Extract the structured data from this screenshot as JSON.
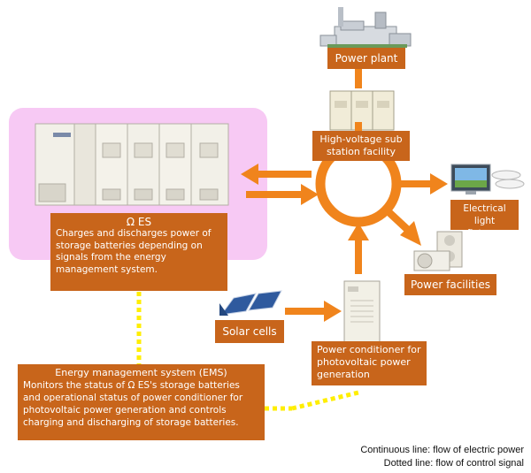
{
  "diagram": {
    "power_plant": "Power plant",
    "substation": "High-voltage sub station facility",
    "omega_es_title": "Ω ES",
    "omega_es_desc": "Charges and discharges power of storage batteries depending on signals from the energy management system.",
    "lighting": "Electrical light fixtures",
    "power_facilities": "Power facilities",
    "solar_cells": "Solar cells",
    "power_conditioner": "Power conditioner for photovoltaic power generation",
    "ems_title": "Energy management system (EMS)",
    "ems_desc": "Monitors the status of Ω ES's storage batteries and operational status of power conditioner for photovoltaic power generation and controls charging and discharging of storage batteries."
  },
  "legend": {
    "continuous": "Continuous line: flow of electric power",
    "dotted": "Dotted line: flow of control signal"
  },
  "colors": {
    "arrow": "#f0841c",
    "label_bg": "#c8651b",
    "signal": "#ffee00",
    "highlight": "#f7c9f4"
  }
}
